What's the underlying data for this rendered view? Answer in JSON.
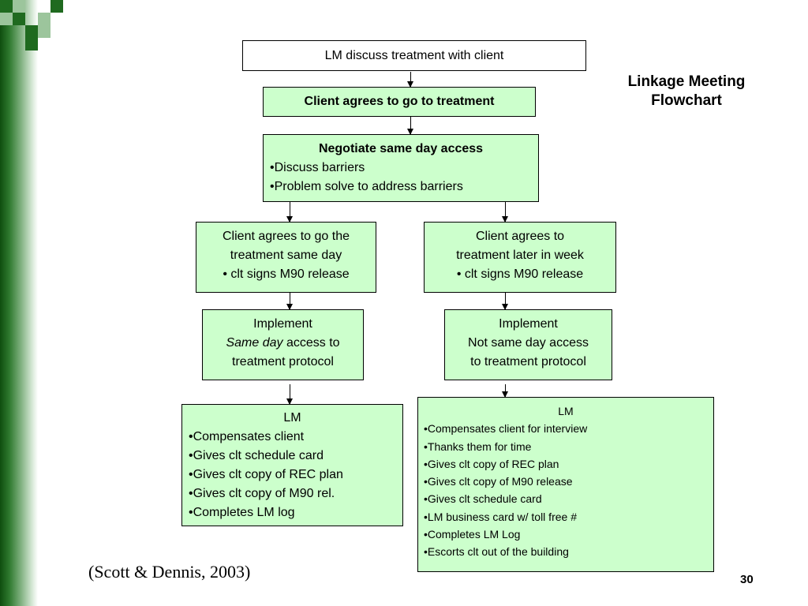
{
  "title": {
    "line1": "Linkage Meeting",
    "line2": "Flowchart"
  },
  "citation": "(Scott & Dennis, 2003)",
  "page_number": "30",
  "nodes": {
    "discuss": {
      "text": "LM discuss treatment with client"
    },
    "agrees": {
      "text": "Client agrees to go to treatment"
    },
    "negotiate": {
      "heading": "Negotiate same day access",
      "items": [
        "•Discuss barriers",
        "•Problem solve to address barriers"
      ]
    },
    "same_day": {
      "lines": [
        "Client agrees to go the",
        "treatment same day",
        "• clt signs M90 release"
      ]
    },
    "later": {
      "lines": [
        "Client agrees to",
        "treatment later in week",
        "• clt signs M90 release"
      ]
    },
    "implement_same": {
      "line1": "Implement",
      "italic": "Same day",
      "line2_rest": " access to",
      "line3": "treatment protocol"
    },
    "implement_not": {
      "lines": [
        "Implement",
        "Not same day access",
        "to treatment protocol"
      ]
    },
    "lm_left": {
      "heading": "LM",
      "items": [
        "•Compensates client",
        "•Gives clt schedule card",
        "•Gives clt copy of REC plan",
        "•Gives clt copy of M90 rel.",
        "•Completes LM log"
      ]
    },
    "lm_right": {
      "heading": "LM",
      "items": [
        "•Compensates client for interview",
        "•Thanks them for time",
        "•Gives clt copy of REC plan",
        "•Gives clt copy of M90 release",
        "•Gives clt  schedule card",
        "•LM business card w/ toll free #",
        "•Completes LM Log",
        "•Escorts clt out of the building"
      ]
    }
  },
  "colors": {
    "box_fill": "#ccffcc",
    "accent": "#1f6a1f"
  }
}
